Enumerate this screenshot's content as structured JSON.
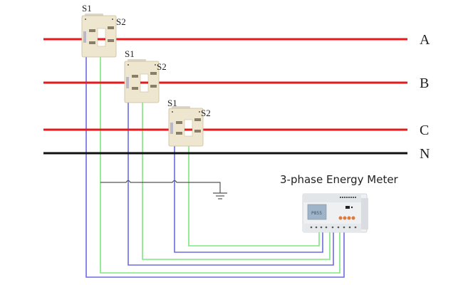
{
  "title": "3-phase Energy Meter",
  "buses": [
    {
      "id": "A",
      "label": "A",
      "color": "#e8191c"
    },
    {
      "id": "B",
      "label": "B",
      "color": "#e8191c"
    },
    {
      "id": "C",
      "label": "C",
      "color": "#e8191c"
    },
    {
      "id": "N",
      "label": "N",
      "color": "#111111"
    }
  ],
  "current_transformers": [
    {
      "phase": "A",
      "s1_label": "S1",
      "s2_label": "S2"
    },
    {
      "phase": "B",
      "s1_label": "S1",
      "s2_label": "S2"
    },
    {
      "phase": "C",
      "s1_label": "S1",
      "s2_label": "S2"
    }
  ],
  "wire_colors": {
    "s1": "#6b6be0",
    "s2": "#7de87d",
    "ground": "#555555",
    "ct_body": "#efe6cf"
  },
  "meter": {
    "name": "3-phase Energy Meter",
    "display_text": "P855"
  }
}
